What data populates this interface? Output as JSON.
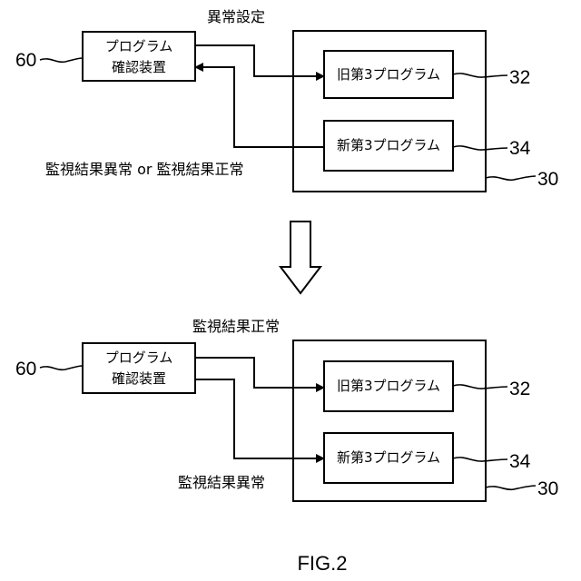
{
  "figure": {
    "caption": "FIG.2",
    "top_panel": {
      "header_label": "異常設定",
      "checker_box": {
        "line1": "プログラム",
        "line2": "確認装置",
        "ref": "60"
      },
      "outer_box_ref": "30",
      "old_program": {
        "label": "旧第3プログラム",
        "ref": "32"
      },
      "new_program": {
        "label": "新第3プログラム",
        "ref": "34"
      },
      "result_label": "監視結果異常 or 監視結果正常"
    },
    "transition_arrow_icon": "hollow-down-arrow",
    "bottom_panel": {
      "header_label": "監視結果正常",
      "checker_box": {
        "line1": "プログラム",
        "line2": "確認装置",
        "ref": "60"
      },
      "outer_box_ref": "30",
      "old_program": {
        "label": "旧第3プログラム",
        "ref": "32"
      },
      "new_program": {
        "label": "新第3プログラム",
        "ref": "34"
      },
      "result_label": "監視結果異常"
    }
  }
}
